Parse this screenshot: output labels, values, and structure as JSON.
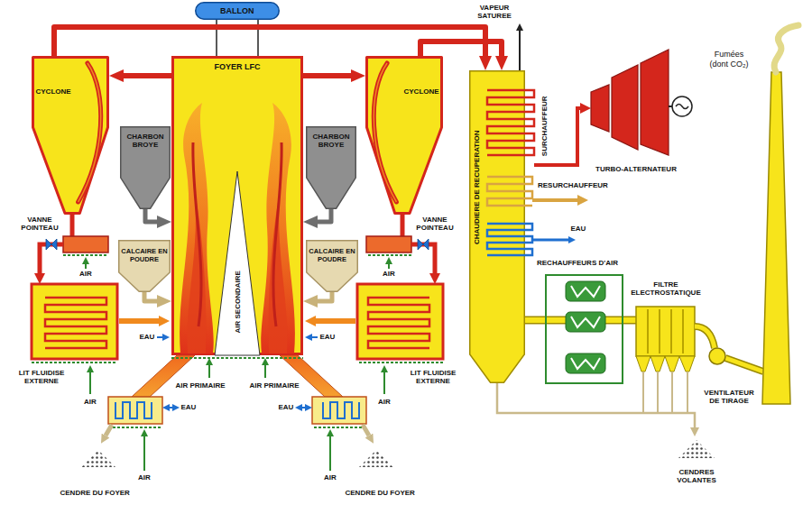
{
  "diagram": {
    "nodes": [
      {
        "text": [
          "BALLON"
        ]
      },
      {
        "text": [
          "CYCLONE"
        ]
      },
      {
        "text": [
          "FOYER LFC"
        ]
      },
      {
        "text": [
          "CYCLONE"
        ]
      },
      {
        "text": [
          "CHARBON BROYE"
        ]
      },
      {
        "text": [
          "CHARBON BROYE"
        ]
      },
      {
        "text": [
          "CALCAIRE EN POUDRE"
        ]
      },
      {
        "text": [
          "CALCAIRE EN POUDRE"
        ]
      },
      {
        "text": [
          "CHAUDIERE DE RECUPERATION"
        ]
      }
    ],
    "edges": [
      {
        "from": 2,
        "to": 1,
        "arrow": "to"
      },
      {
        "from": 2,
        "to": 3,
        "arrow": "to"
      },
      {
        "from": 1,
        "to": 8,
        "arrow": "to"
      },
      {
        "from": 3,
        "to": 8,
        "arrow": "to"
      },
      {
        "from": 4,
        "to": 2,
        "arrow": "to"
      },
      {
        "from": 5,
        "to": 2,
        "arrow": "to"
      },
      {
        "from": 6,
        "to": 2,
        "arrow": "to"
      },
      {
        "from": 7,
        "to": 2,
        "arrow": "to"
      }
    ],
    "labels": [
      "VAPEUR SATUREE",
      "Fumées (dont CO₂)",
      "SURCHAUFFEUR",
      "TURBO-ALTERNATEUR",
      "RESURCHAUFFEUR",
      "VANNE POINTEAU",
      "VANNE POINTEAU",
      "EAU",
      "RECHAUFFEURS D'AIR",
      "AIR",
      "AIR",
      "AIR SECONDAIRE",
      "FILTRE ELECTROSTATIQUE",
      "EAU",
      "EAU",
      "LIT FLUIDISE EXTERNE",
      "LIT FLUIDISE EXTERNE",
      "AIR PRIMAIRE",
      "AIR PRIMAIRE",
      "VENTILATEUR DE TIRAGE",
      "AIR",
      "AIR",
      "EAU",
      "EAU",
      "CENDRES VOLANTES",
      "AIR",
      "AIR",
      "CENDRE DU FOYER",
      "CENDRE DU FOYER"
    ]
  }
}
